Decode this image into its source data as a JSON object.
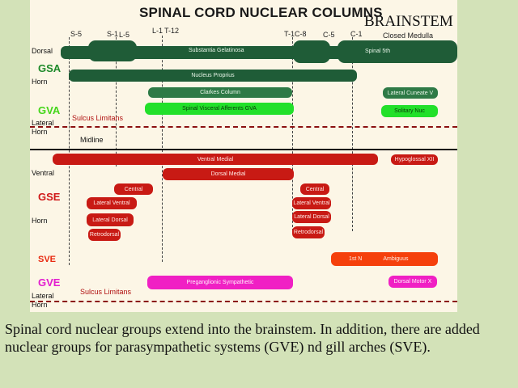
{
  "title": "SPINAL CORD NUCLEAR COLUMNS",
  "brainstem_label": "BRAINSTEM",
  "levels": [
    "S-5",
    "S-1",
    "L-5",
    "L-1",
    "T-12",
    "T-1",
    "C-8",
    "C-5",
    "C-1",
    "Closed Medulla"
  ],
  "rows": {
    "dorsal": "Dorsal",
    "gsa": "GSA",
    "horn1": "Horn",
    "gva": "GVA",
    "lateral1": "Lateral",
    "horn2": "Horn",
    "sulcus1": "Sulcus Limitans",
    "midline": "Midline",
    "ventral": "Ventral",
    "gse": "GSE",
    "horn3": "Horn",
    "sve": "SVE",
    "gve": "GVE",
    "lateral2": "Lateral",
    "horn4": "Horn",
    "sulcus2": "Sulcus Limitans"
  },
  "bars": {
    "substantia": "Substantia Gelatinosa",
    "spinal5": "Spinal 5th",
    "nucleus_proprius": "Nucleus Proprius",
    "lateral_cuneate": "Lateral Cuneate V",
    "clarkes": "Clarkes Column",
    "spinal_visceral": "Spinal Visceral Afferents GVA",
    "solitary": "Solitary Nuc",
    "ventral_medial": "Ventral Medial",
    "hypoglossal": "Hypoglossal XII",
    "dorsal_medial": "Dorsal Medial",
    "central_a": "Central",
    "lateral_ventral_a": "Lateral Ventral",
    "lateral_dorsal_a": "Lateral Dorsal",
    "retrodorsal_a": "Retrodorsal",
    "central_b": "Central",
    "lateral_ventral_b": "Lateral Ventral",
    "lateral_dorsal_b": "Lateral Dorsal",
    "retrodorsal_b": "Retrodorsal",
    "ambiguus_left": "1st N",
    "ambiguus": "Ambiguus",
    "preganglionic": "Preganglionic Sympathetic",
    "dorsal_motor": "Dorsal Motor X"
  },
  "caption": "Spinal cord nuclear groups extend into the brainstem.  In addition, there are added nuclear groups for parasympathetic systems (GVE) nd gill arches (SVE).",
  "colors": {
    "background": "#d3e2b8",
    "panel": "#fcf6e6",
    "dark_green": "#1f5c37",
    "light_green": "#22e02a",
    "red": "#c81a14",
    "orange_red": "#f5400c",
    "magenta": "#f020c4",
    "gsa_green": "#1e8a2a",
    "gva_green": "#44d61a",
    "gse_red": "#d01818",
    "sve_red": "#e82a10",
    "gve_magenta": "#e21ccf"
  }
}
